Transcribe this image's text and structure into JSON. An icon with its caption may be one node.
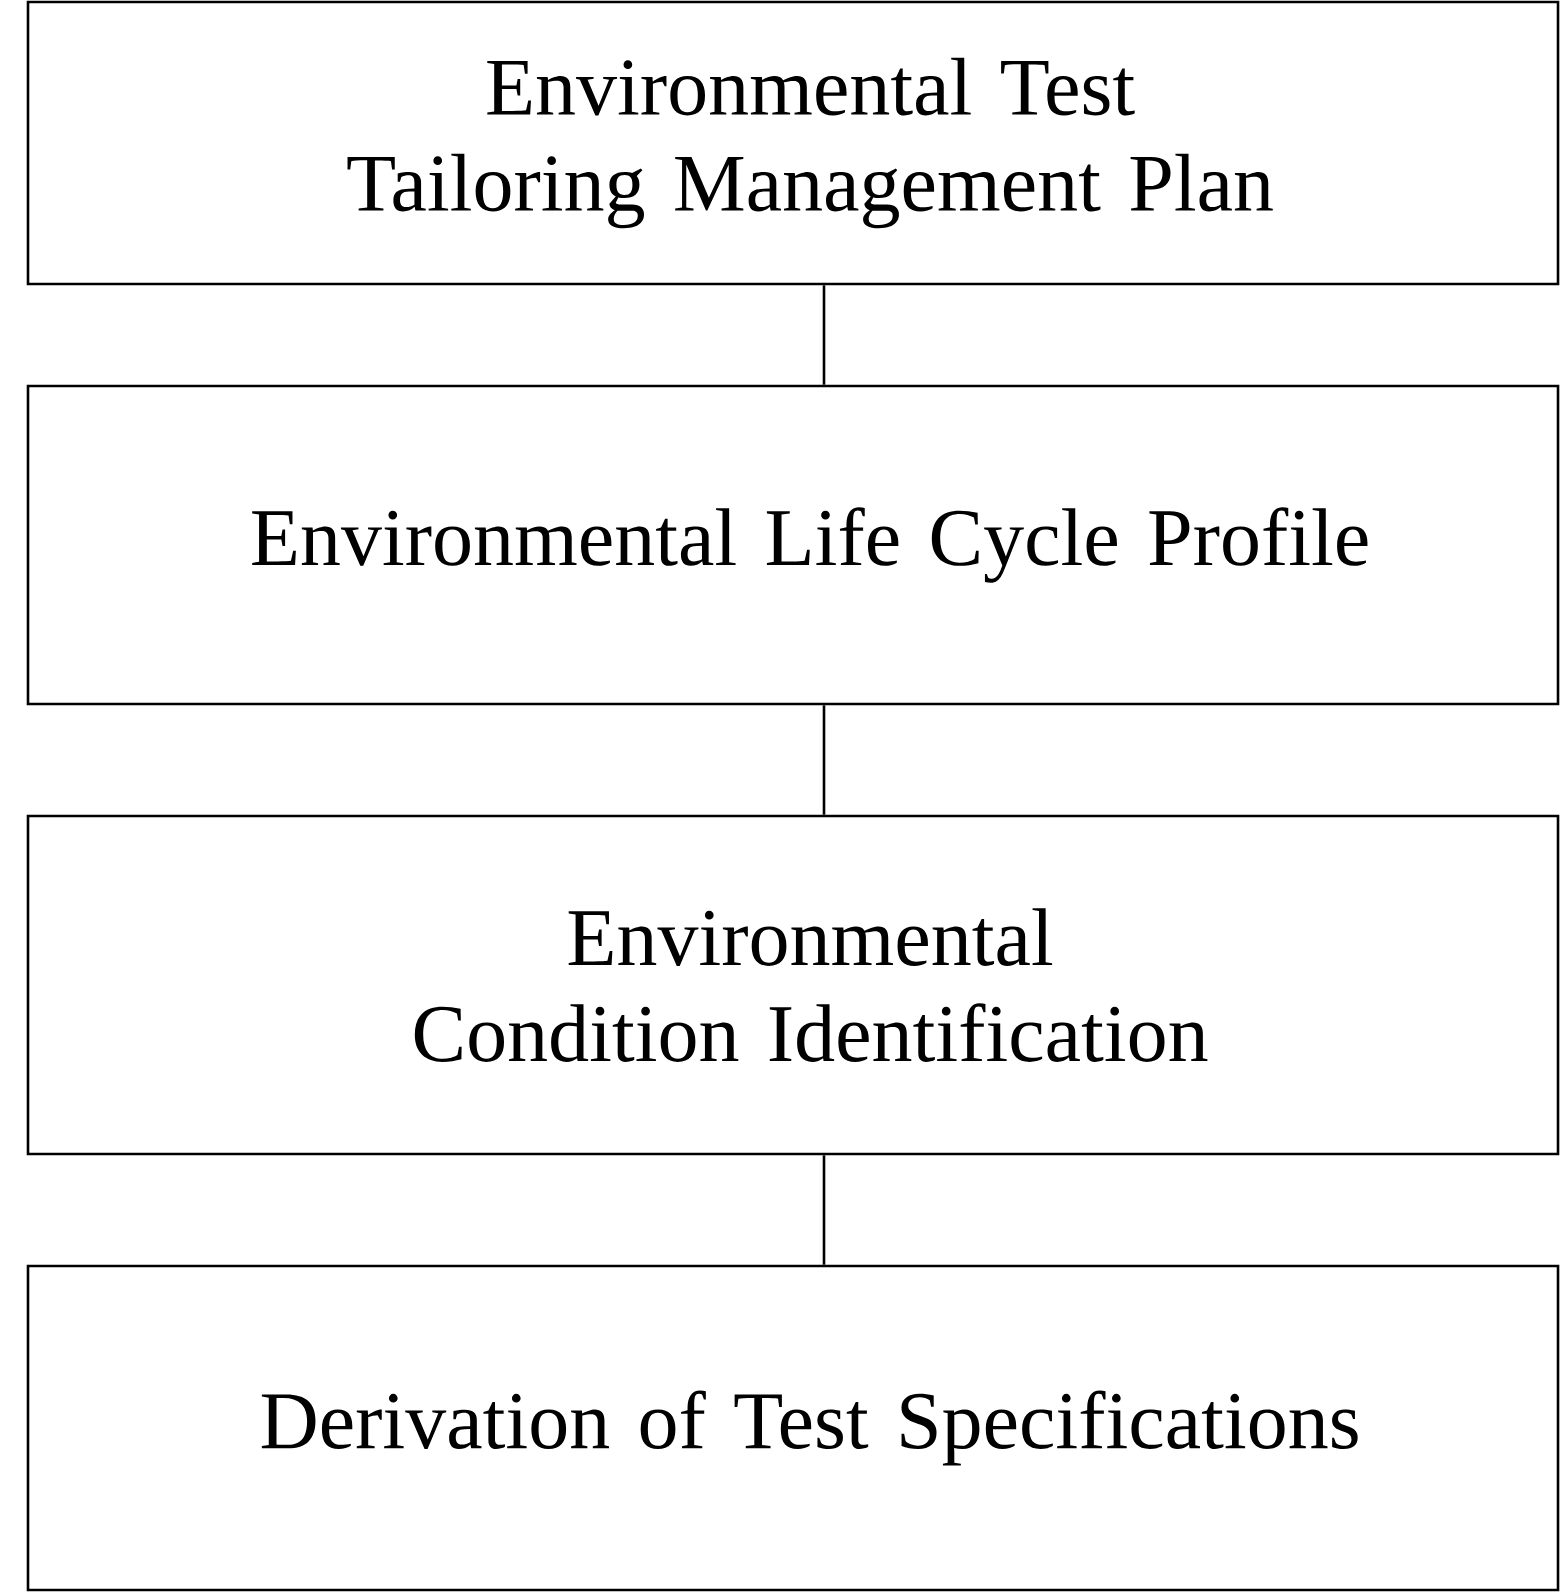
{
  "diagram": {
    "nodes": [
      {
        "text": [
          "Environmental Test Tailoring Management Plan"
        ]
      },
      {
        "text": [
          "Environmental Life Cycle Profile"
        ]
      },
      {
        "text": [
          "Environmental Condition Identification"
        ]
      },
      {
        "text": [
          "Derivation of Test Specifications"
        ]
      }
    ],
    "edges": [
      {
        "from": 0,
        "to": 1,
        "arrow": "none"
      },
      {
        "from": 1,
        "to": 2,
        "arrow": "none"
      },
      {
        "from": 2,
        "to": 3,
        "arrow": "none"
      }
    ]
  }
}
